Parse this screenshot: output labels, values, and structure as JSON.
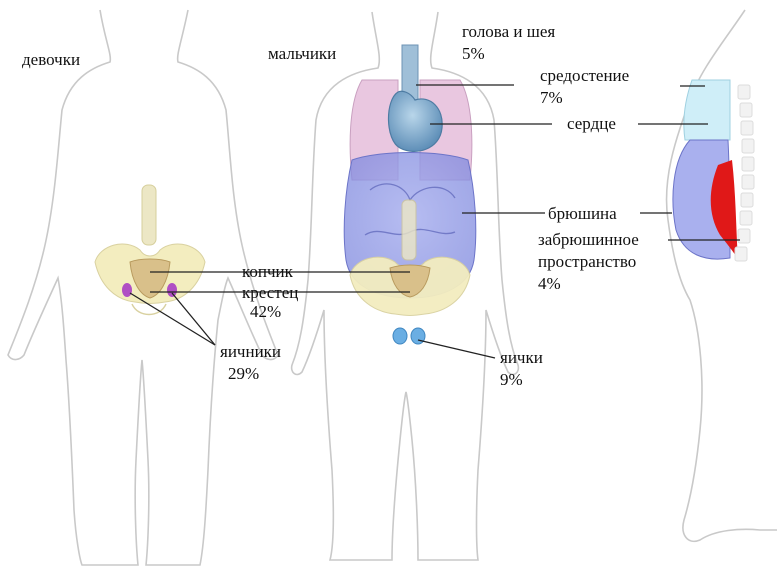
{
  "captions": {
    "girls": "девочки",
    "boys": "мальчики"
  },
  "labels": {
    "head_neck": {
      "name": "голова и шея",
      "pct": "5%"
    },
    "mediastinum": {
      "name": "средостение",
      "pct": "7%"
    },
    "heart": {
      "name": "сердце"
    },
    "peritoneum": {
      "name": "брюшина"
    },
    "retroperitoneum": {
      "name_line1": "забрюшинное",
      "name_line2": "пространство",
      "pct": "4%"
    },
    "coccyx": {
      "name": "копчик"
    },
    "sacrum": {
      "name": "крестец",
      "pct": "42%"
    },
    "ovaries": {
      "name": "яичники",
      "pct": "29%"
    },
    "testes": {
      "name": "яички",
      "pct": "9%"
    }
  },
  "colors": {
    "outline": "#c9c9c9",
    "leader": "#222222",
    "lung": "#e9c7e0",
    "heart": "#7ea7c9",
    "peritoneum": "#8f98e6",
    "pelvis": "#f3edbf",
    "sacrum": "#d9c08a",
    "ovary": "#b04ec4",
    "testis": "#6aaee3",
    "mediastinum_fill": "#cfeef8",
    "retro_red": "#e01818"
  },
  "icons": [
    "girl-body-outline",
    "boy-body-outline",
    "side-body-outline"
  ]
}
